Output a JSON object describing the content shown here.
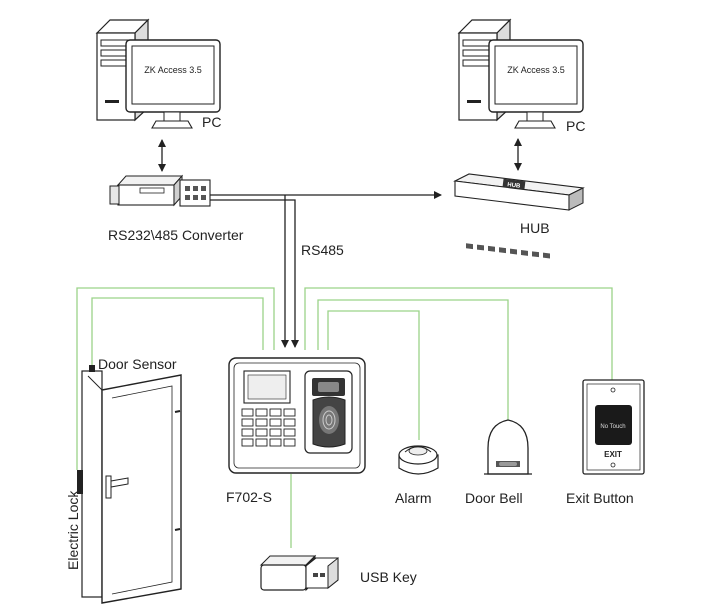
{
  "pc_left": {
    "screen_text": "ZK Access 3.5",
    "label": "PC"
  },
  "pc_right": {
    "screen_text": "ZK Access 3.5",
    "label": "PC"
  },
  "converter": {
    "label": "RS232\\485 Converter"
  },
  "hub": {
    "label": "HUB",
    "badge": "HUB"
  },
  "bus": {
    "label": "RS485"
  },
  "device": {
    "label": "F702-S"
  },
  "door_sensor": {
    "label": "Door Sensor"
  },
  "electric_lock": {
    "label": "Electric Lock"
  },
  "alarm": {
    "label": "Alarm"
  },
  "door_bell": {
    "label": "Door Bell"
  },
  "exit_button": {
    "label": "Exit Button",
    "plate_text": "EXIT",
    "brand_text": "No Touch"
  },
  "usb_key": {
    "label": "USB Key"
  },
  "colors": {
    "wire": "#9bd389",
    "line": "#222222"
  }
}
